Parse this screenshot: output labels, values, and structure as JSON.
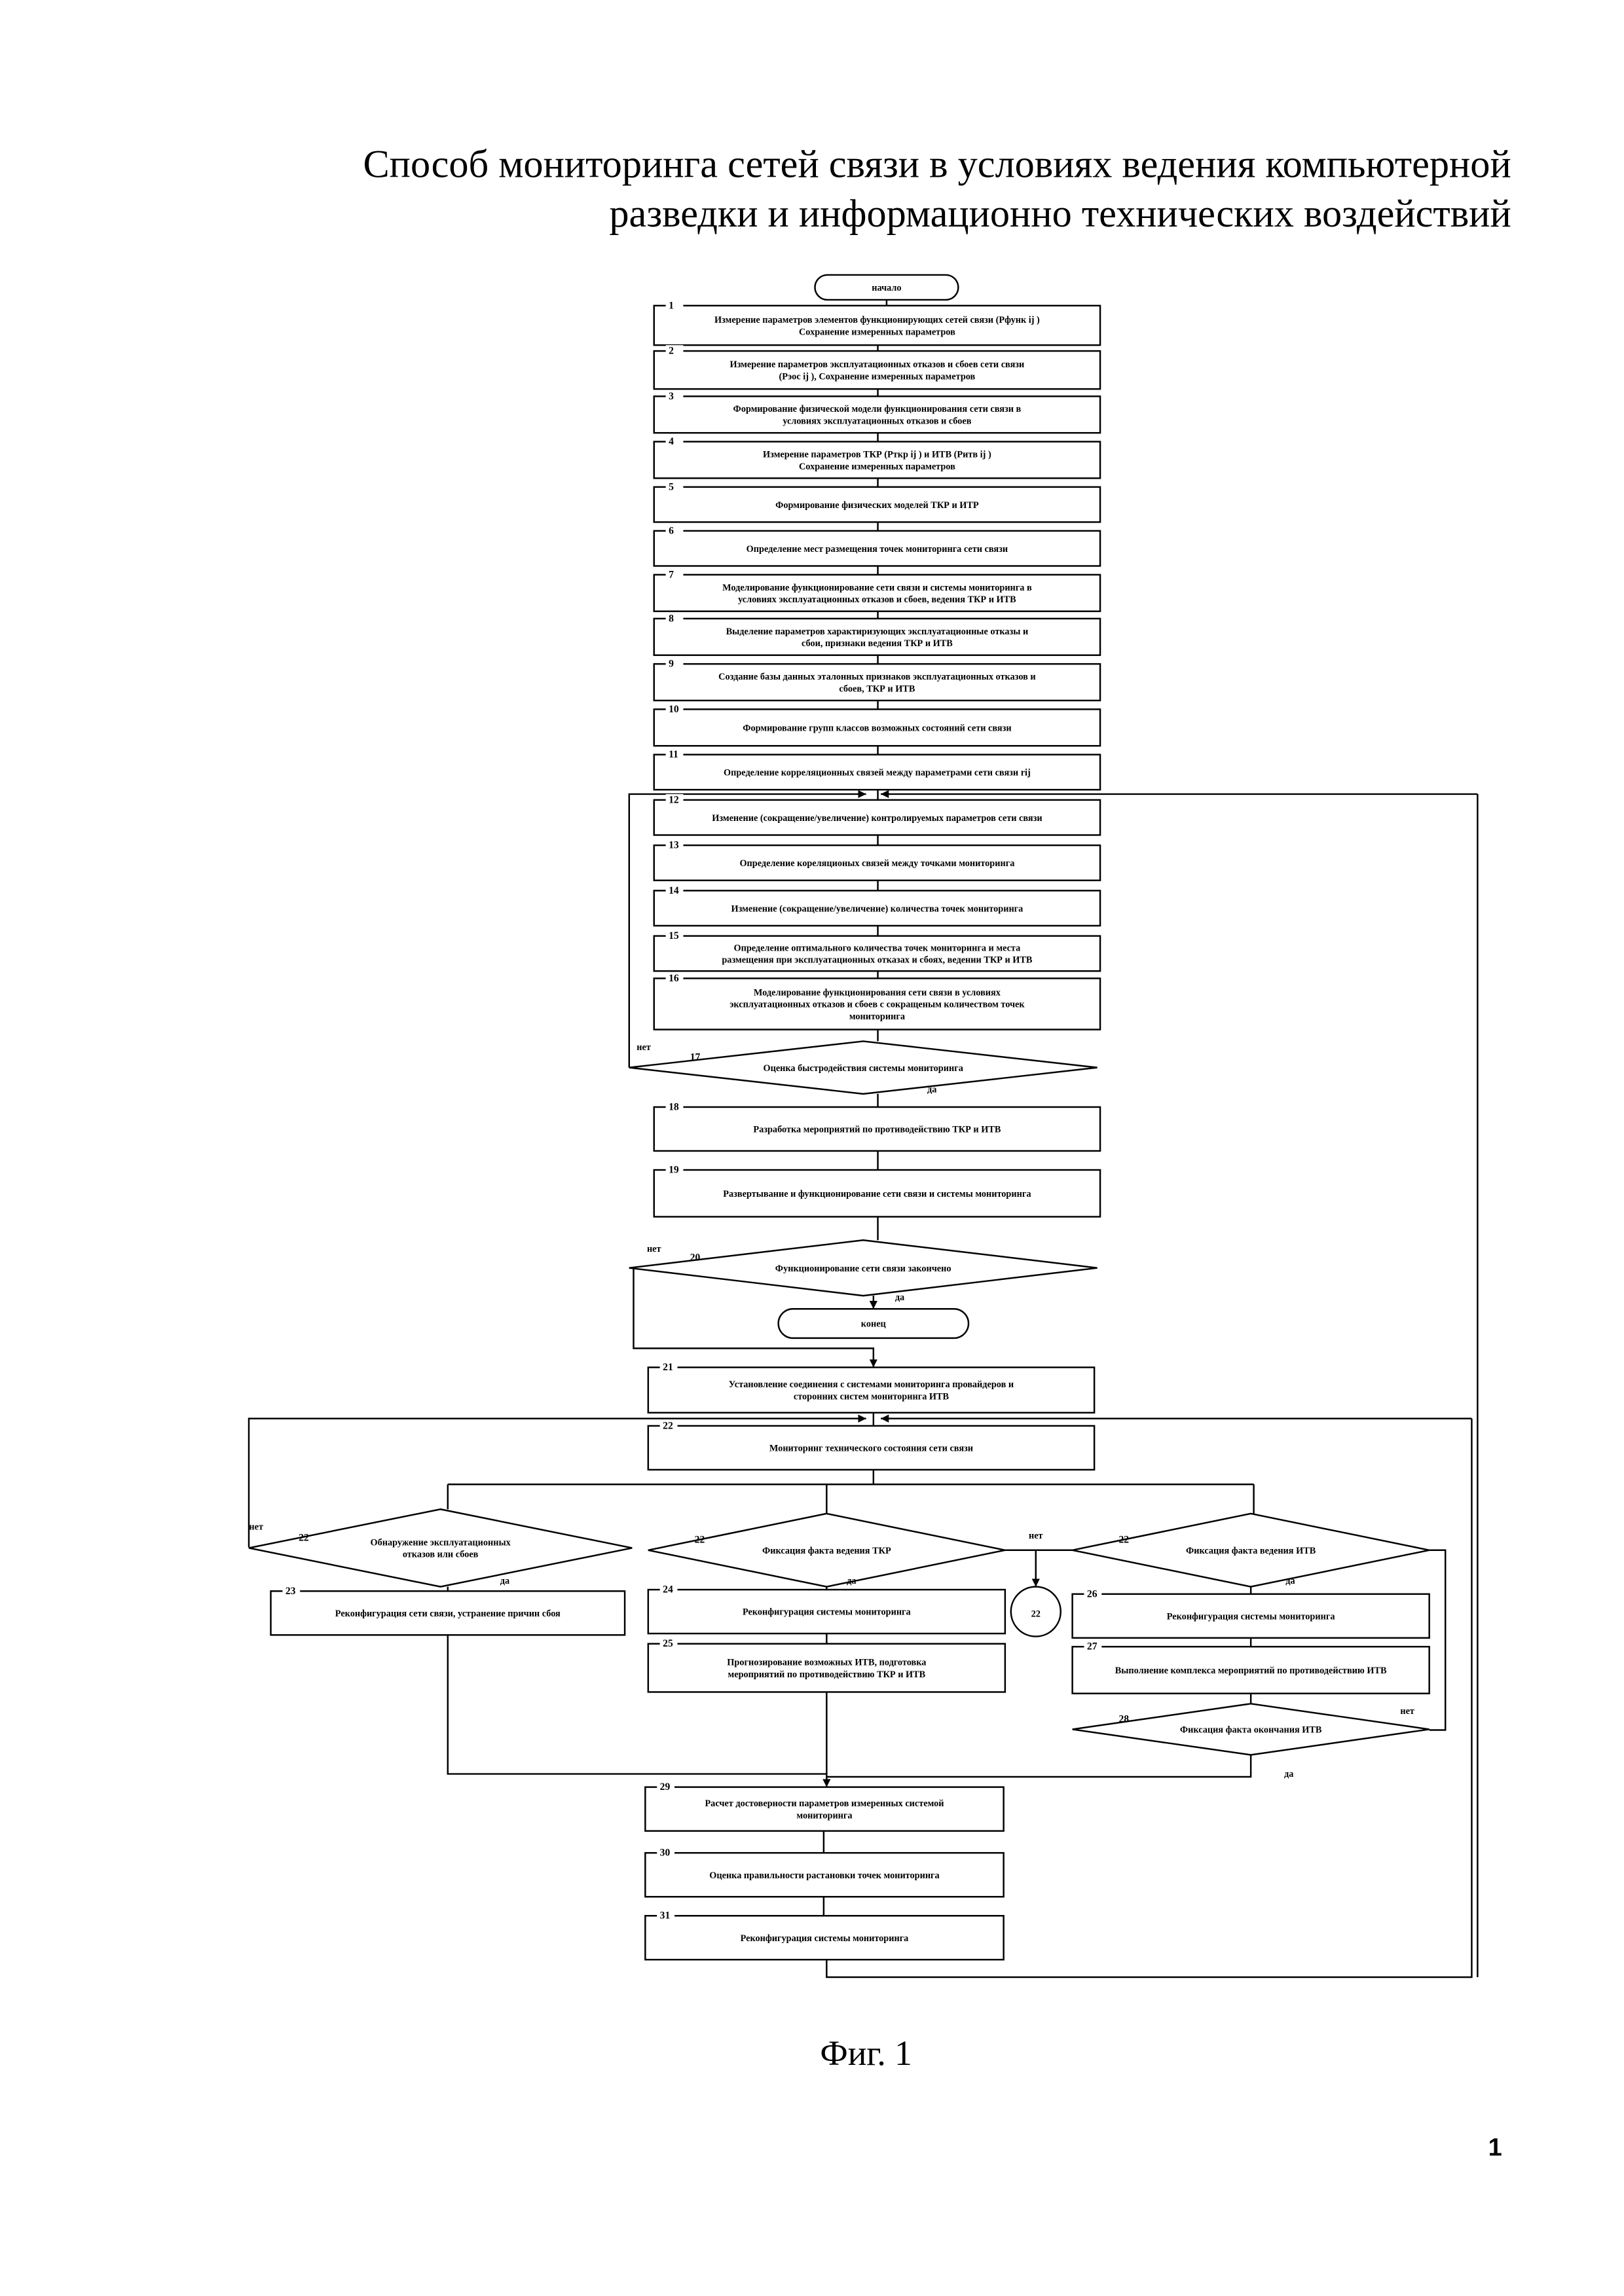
{
  "title": {
    "line1": "Способ мониторинга сетей связи в условиях ведения компьютерной",
    "line2": "разведки и информационно технических воздействий"
  },
  "labels": {
    "yes": "да",
    "no": "нет"
  },
  "figure_caption": "Фиг. 1",
  "page_number": "1",
  "steps": {
    "start": {
      "num": "",
      "lines": [
        "начало"
      ]
    },
    "1": {
      "num": "1",
      "lines": [
        "Измерение параметров элементов функционирующих сетей связи (Pфунк ij )",
        "Сохранение измеренных параметров"
      ]
    },
    "2": {
      "num": "2",
      "lines": [
        "Измерение параметров эксплуатационных отказов и сбоев сети связи",
        "(Pэос ij ), Сохранение измеренных параметров"
      ]
    },
    "3": {
      "num": "3",
      "lines": [
        "Формирование физической модели функционирования сети связи в",
        "условиях эксплуатационных отказов и сбоев"
      ]
    },
    "4": {
      "num": "4",
      "lines": [
        "Измерение параметров ТКР (Pткр ij ) и ИТВ (Pитв ij )",
        "Сохранение измеренных параметров"
      ]
    },
    "5": {
      "num": "5",
      "lines": [
        "Формирование физических моделей ТКР и ИТР"
      ]
    },
    "6": {
      "num": "6",
      "lines": [
        "Определение мест размещения точек мониторинга сети связи"
      ]
    },
    "7": {
      "num": "7",
      "lines": [
        "Моделирование функционирование сети связи и системы мониторинга в",
        "условиях эксплуатационных отказов и сбоев, ведения ТКР и ИТВ"
      ]
    },
    "8": {
      "num": "8",
      "lines": [
        "Выделение параметров характиризующих эксплуатационные отказы и",
        "сбои, признаки ведения ТКР и ИТВ"
      ]
    },
    "9": {
      "num": "9",
      "lines": [
        "Создание базы данных эталонных признаков эксплуатационных отказов и",
        "сбоев, ТКР и ИТВ"
      ]
    },
    "10": {
      "num": "10",
      "lines": [
        "Формирование групп классов возможных состояний сети связи"
      ]
    },
    "11": {
      "num": "11",
      "lines": [
        "Определение корреляционных связей между параметрами сети связи rij"
      ]
    },
    "12": {
      "num": "12",
      "lines": [
        "Изменение (сокращение/увеличение) контролируемых параметров сети связи"
      ]
    },
    "13": {
      "num": "13",
      "lines": [
        "Определение кореляционых связей между точками мониторинга"
      ]
    },
    "14": {
      "num": "14",
      "lines": [
        "Изменение (сокращение/увеличение) количества точек мониторинга"
      ]
    },
    "15": {
      "num": "15",
      "lines": [
        "Определение оптимального количества точек мониторинга и места",
        "размещения при эксплуатационных отказах и сбоях, ведении ТКР и ИТВ"
      ]
    },
    "16": {
      "num": "16",
      "lines": [
        "Моделирование функционирования сети связи в условиях",
        "эксплуатационных отказов и сбоев с сокращеным количеством точек",
        "мониторинга"
      ]
    },
    "17": {
      "num": "17",
      "lines": [
        "Оценка быстродействия системы мониторинга"
      ]
    },
    "18": {
      "num": "18",
      "lines": [
        "Разработка мероприятий по противодействию ТКР и ИТВ"
      ]
    },
    "19": {
      "num": "19",
      "lines": [
        "Развертывание и функционирование сети связи и системы мониторинга"
      ]
    },
    "20": {
      "num": "20",
      "lines": [
        "Функционирование сети связи закончено"
      ]
    },
    "end": {
      "num": "",
      "lines": [
        "конец"
      ]
    },
    "21": {
      "num": "21",
      "lines": [
        "Установление соединения с системами мониторинга провайдеров и",
        "сторонних систем мониторинга ИТВ"
      ]
    },
    "22": {
      "num": "22",
      "lines": [
        "Мониторинг технического состояния сети связи"
      ]
    },
    "22a": {
      "num": "22",
      "lines": [
        "Обнаружение эксплуатационных",
        "отказов или сбоев"
      ]
    },
    "22b": {
      "num": "22",
      "lines": [
        "Фиксация факта ведения ТКР"
      ]
    },
    "22c": {
      "num": "22",
      "lines": [
        "Фиксация факта ведения ИТВ"
      ]
    },
    "conn": {
      "num": "",
      "lines": [
        "22"
      ]
    },
    "23": {
      "num": "23",
      "lines": [
        "Реконфигурация сети связи, устранение причин сбоя"
      ]
    },
    "24": {
      "num": "24",
      "lines": [
        "Реконфигурация системы мониторинга"
      ]
    },
    "25": {
      "num": "25",
      "lines": [
        "Прогнозирование возможных ИТВ, подготовка",
        "мероприятий по противодействию ТКР и ИТВ"
      ]
    },
    "26": {
      "num": "26",
      "lines": [
        "Реконфигурация системы мониторинга"
      ]
    },
    "27": {
      "num": "27",
      "lines": [
        "Выполнение комплекса мероприятий по противодействию ИТВ"
      ]
    },
    "28": {
      "num": "28",
      "lines": [
        "Фиксация факта окончания ИТВ"
      ]
    },
    "29": {
      "num": "29",
      "lines": [
        "Расчет достоверности параметров измеренных системой",
        "мониторинга"
      ]
    },
    "30": {
      "num": "30",
      "lines": [
        "Оценка правильности растановки точек мониторинга"
      ]
    },
    "31": {
      "num": "31",
      "lines": [
        "Реконфигурация системы мониторинга"
      ]
    }
  }
}
